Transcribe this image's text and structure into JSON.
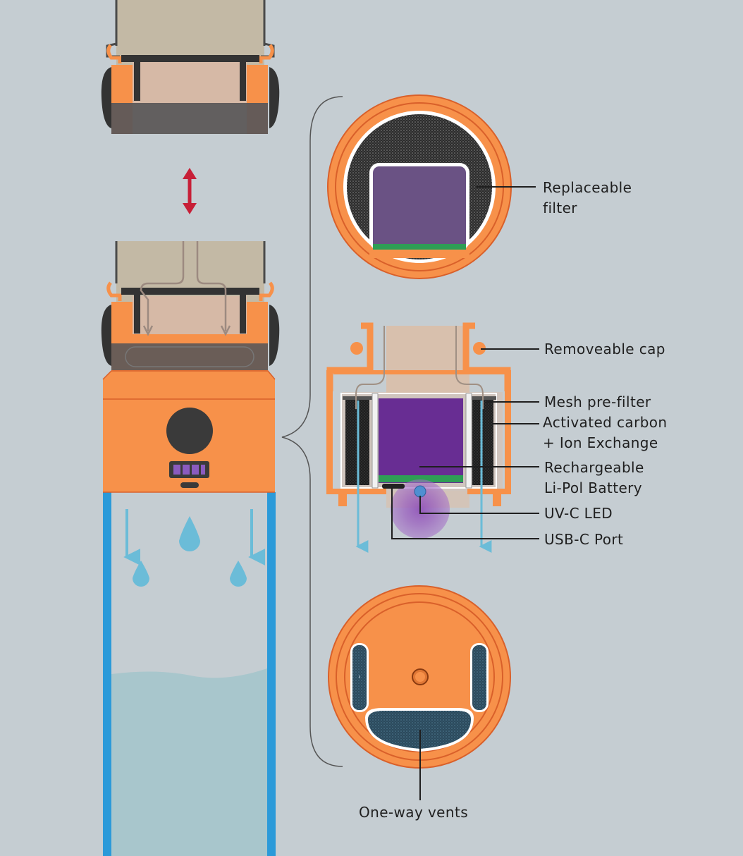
{
  "labels": {
    "replaceable_filter": [
      "Replaceable",
      "filter"
    ],
    "removeable_cap": "Removeable cap",
    "mesh_prefilter": "Mesh pre-filter",
    "activated_carbon": [
      "Activated carbon",
      "+ Ion Exchange"
    ],
    "battery": [
      "Rechargeable",
      "Li-Pol Battery"
    ],
    "uvc_led": "UV-C LED",
    "usbc_port": "USB-C Port",
    "one_way_vents": "One-way vents"
  },
  "colors": {
    "background": "#c5cdd2",
    "orange": "#f7914a",
    "orange_outline": "#d9602a",
    "filter_purple": "#6a5284",
    "battery_purple": "#682d93",
    "bottle_blue": "#2b9ad9",
    "water": "#a8c6cc",
    "arrow_red": "#c71f37",
    "flow_blue": "#6bbcd8"
  },
  "icons": [
    "double-arrow-icon",
    "water-drop-icon",
    "flow-arrow-icon"
  ]
}
